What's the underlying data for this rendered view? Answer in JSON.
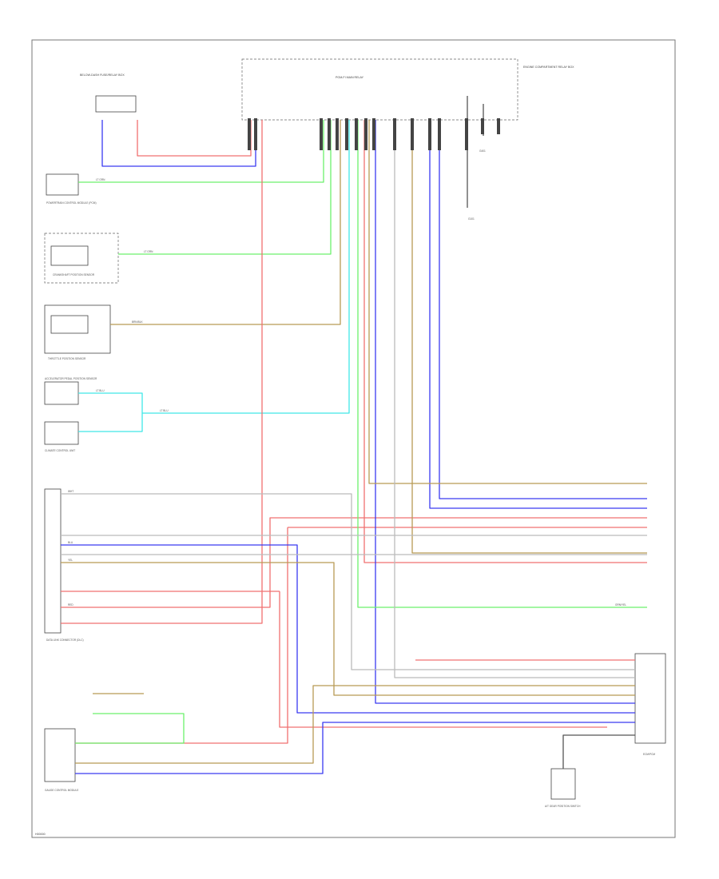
{
  "page": {
    "footer_code": "H00000"
  },
  "colors": {
    "blue": "#3a3af0",
    "red": "#f07070",
    "green": "#6cf06c",
    "cyan": "#40e8e8",
    "tan": "#b89a55",
    "gray": "#999999",
    "black": "#333333"
  },
  "labels": {
    "top_connector": "PGM-FI MAIN RELAY",
    "unit_left": "BELOW-DASH FUSE/RELAY BOX",
    "unit_right": "ENGINE COMPARTMENT RELAY BOX",
    "comp_1": "POWERTRAIN CONTROL MODULE (PCM)",
    "comp_2": "CRANKSHAFT POSITION SENSOR",
    "comp_3": "THROTTLE POSITION SENSOR",
    "comp_4": "ACCELERATOR PEDAL POSITION SENSOR",
    "comp_5": "CLIMATE CONTROL UNIT",
    "comp_6": "DATA LINK CONNECTOR (DLC)",
    "comp_7": "GAUGE CONTROL MODULE",
    "comp_8": "A/T GEAR POSITION SWITCH",
    "comp_9": "ECM/PCM",
    "ground_1": "G101",
    "ground_2": "G401"
  },
  "wire_labels": {
    "w1": "LT GRN",
    "w2": "LT GRN",
    "w3": "BRN/BLK",
    "w4": "LT BLU",
    "w5": "LT BLU",
    "w6": "WHT",
    "w7": "BLU",
    "w8": "RED",
    "w9": "YEL",
    "w10": "GRN/YEL"
  }
}
